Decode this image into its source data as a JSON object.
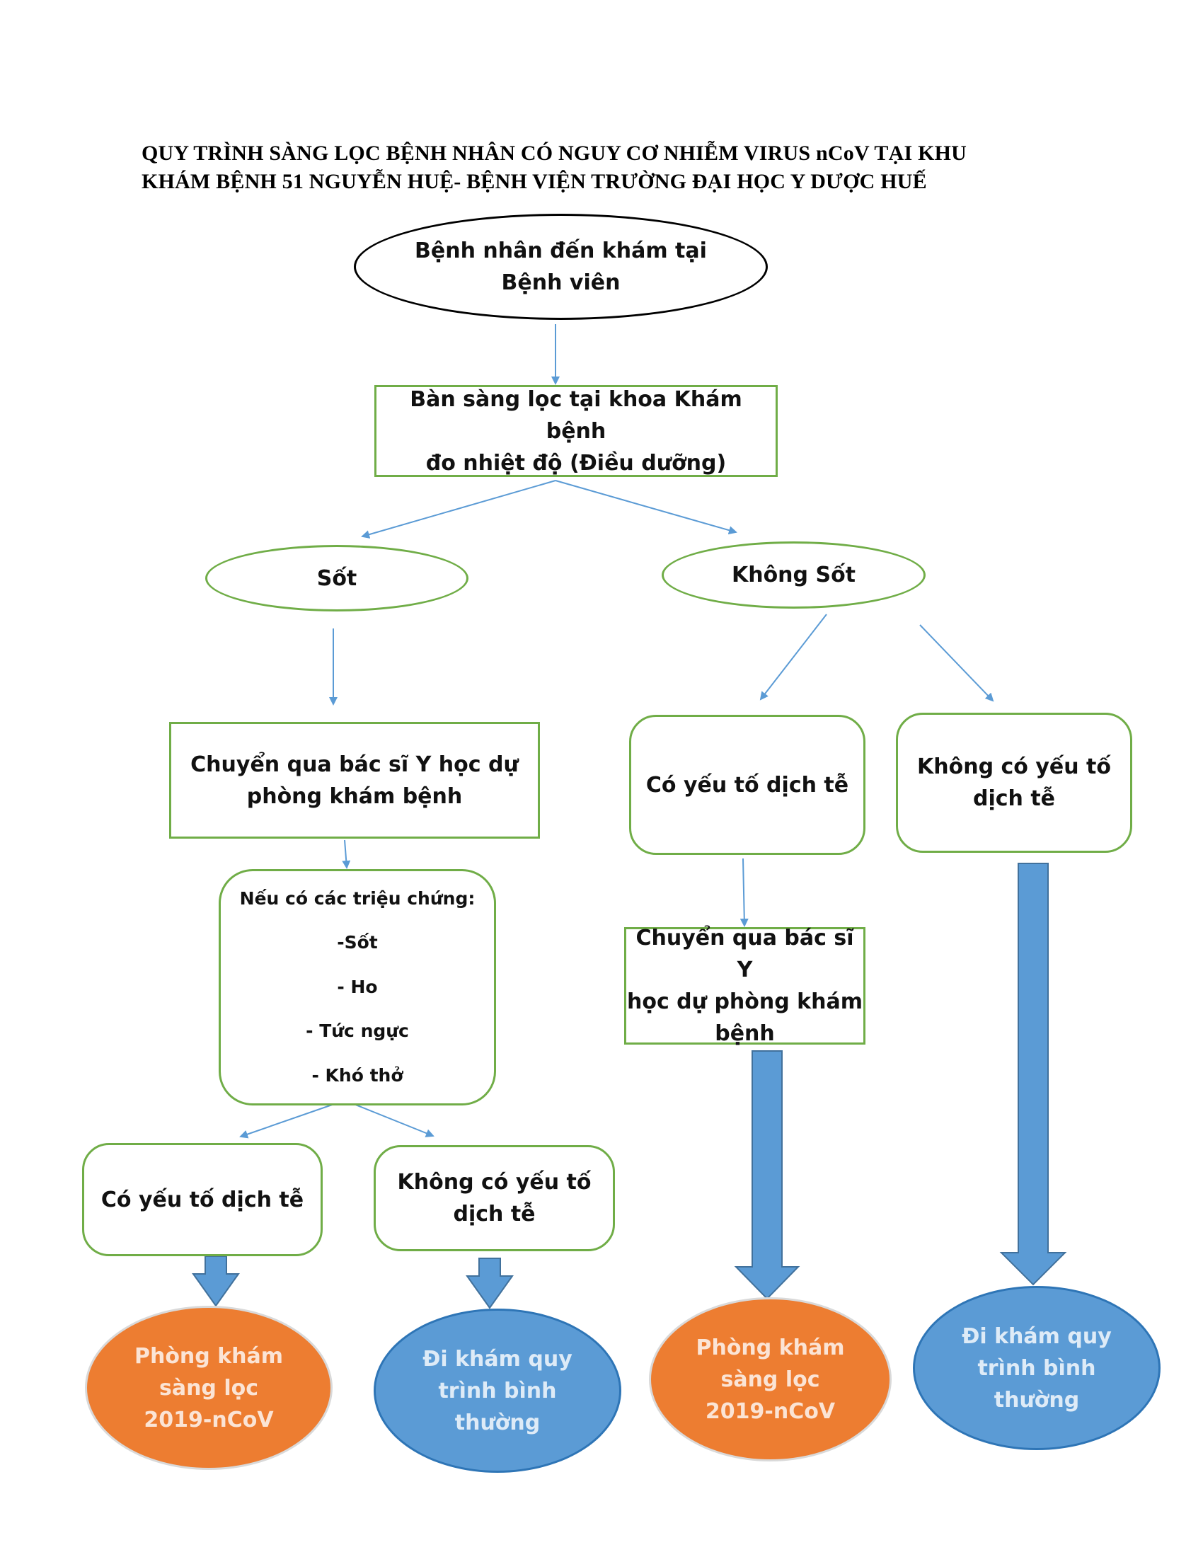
{
  "title": {
    "line1": "QUY TRÌNH SÀNG LỌC BỆNH NHÂN CÓ NGUY CƠ NHIỄM VIRUS nCoV TẠI KHU",
    "line2": "KHÁM BỆNH 51 NGUYỄN HUỆ- BỆNH VIỆN TRƯỜNG ĐẠI HỌC Y DƯỢC HUẾ"
  },
  "nodes": {
    "start": {
      "lines": [
        "Bệnh nhân đến khám tại",
        "Bệnh viên"
      ]
    },
    "screening": {
      "lines": [
        "Bàn sàng lọc tại khoa Khám bệnh",
        "đo nhiệt độ (Điều dưỡng)"
      ]
    },
    "fever": {
      "lines": [
        "Sốt"
      ]
    },
    "no_fever": {
      "lines": [
        "Không Sốt"
      ]
    },
    "transfer_left": {
      "lines": [
        "Chuyển qua bác sĩ Y học dự",
        "phòng khám bệnh"
      ]
    },
    "epi_right": {
      "lines": [
        "Có yếu tố dịch tễ"
      ]
    },
    "no_epi_right": {
      "lines": [
        "Không có yếu tố",
        "dịch tễ"
      ]
    },
    "symptoms": {
      "lines": [
        "Nếu có các triệu chứng:",
        "-Sốt",
        "- Ho",
        "- Tức ngực",
        "- Khó thở"
      ]
    },
    "transfer_right": {
      "lines": [
        "Chuyển qua bác sĩ Y",
        "học dự phòng khám",
        "bệnh"
      ]
    },
    "epi_left": {
      "lines": [
        "Có yếu tố dịch tễ"
      ]
    },
    "no_epi_left": {
      "lines": [
        "Không có yếu tố",
        "dịch tễ"
      ]
    },
    "end_screening_1": {
      "lines": [
        "Phòng khám",
        "sàng lọc",
        "2019-nCoV"
      ]
    },
    "end_normal_1": {
      "lines": [
        "Đi khám quy",
        "trình bình",
        "thường"
      ]
    },
    "end_screening_2": {
      "lines": [
        "Phòng khám",
        "sàng lọc",
        "2019-nCoV"
      ]
    },
    "end_normal_2": {
      "lines": [
        "Đi khám quy",
        "trình bình",
        "thường"
      ]
    }
  },
  "colors": {
    "green_border": "#70ad47",
    "arrow_thin": "#5b9bd5",
    "arrow_block_fill": "#5b9bd5",
    "arrow_block_stroke": "#41719c",
    "orange": "#ed7d31",
    "blue": "#5b9bd5"
  }
}
